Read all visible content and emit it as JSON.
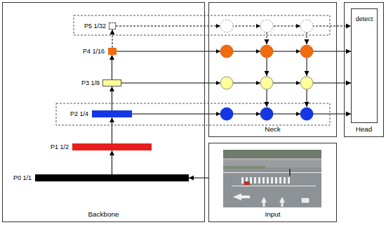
{
  "diagram": {
    "nodes": [
      {
        "text": [
          "Backbone"
        ]
      },
      {
        "text": [
          "P5 1/32"
        ],
        "in": 0
      },
      {
        "text": [
          "P4 1/16"
        ],
        "in": 0
      },
      {
        "text": [
          "P3 1/8"
        ],
        "in": 0
      },
      {
        "text": [
          "P2 1/4"
        ],
        "in": 0
      },
      {
        "text": [
          "P1 1/2"
        ],
        "in": 0
      },
      {
        "text": [
          "P0 1/1"
        ],
        "in": 0
      },
      {
        "text": [
          "Neck"
        ]
      },
      {
        "text": [
          "Head"
        ]
      },
      {
        "text": [
          "detect"
        ],
        "in": 8
      },
      {
        "text": [
          "Input"
        ]
      }
    ],
    "edges": [
      {
        "from": 6,
        "to": 5,
        "arrow": "to"
      },
      {
        "from": 5,
        "to": 4,
        "arrow": "to"
      },
      {
        "from": 4,
        "to": 3,
        "arrow": "to"
      },
      {
        "from": 3,
        "to": 2,
        "arrow": "to"
      },
      {
        "from": 2,
        "to": 1,
        "arrow": "to"
      },
      {
        "from": 1,
        "to": 9,
        "arrow": "to"
      },
      {
        "from": 2,
        "to": 9,
        "arrow": "to"
      },
      {
        "from": 3,
        "to": 9,
        "arrow": "to"
      },
      {
        "from": 4,
        "to": 9,
        "arrow": "to"
      },
      {
        "from": 10,
        "to": 6,
        "arrow": "to"
      }
    ]
  }
}
